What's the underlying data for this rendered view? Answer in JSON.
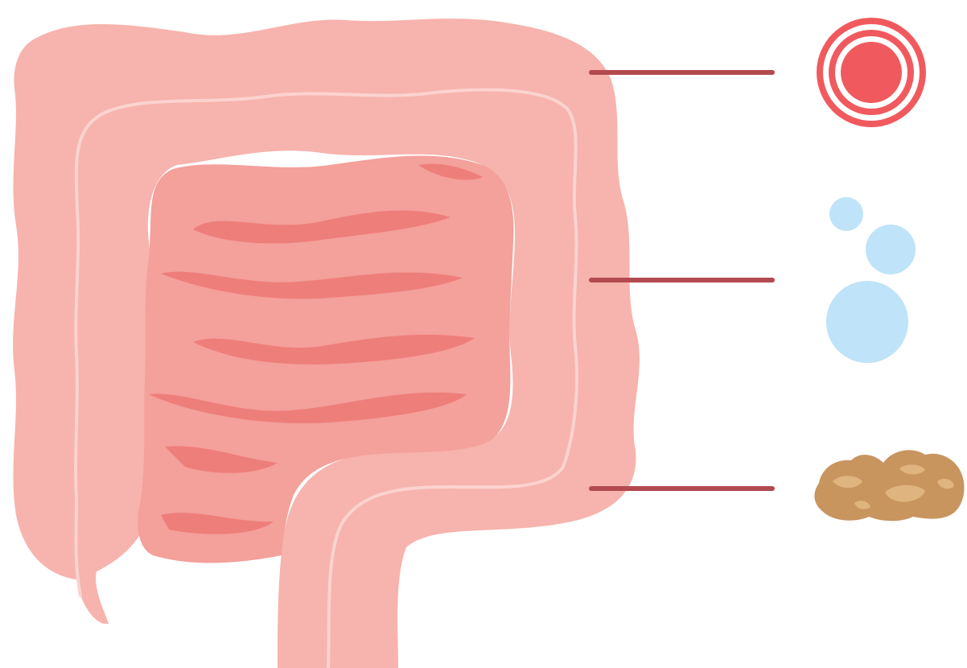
{
  "diagram": {
    "subject": "large intestine",
    "background": "#ffffff",
    "colors": {
      "colon_fill": "#f7b3ad",
      "colon_edge_highlight": "#fbd3cf",
      "small_intestine_fill": "#f4a09b",
      "small_intestine_fold": "#ee7e7a",
      "leader_line": "#b34a4f",
      "pain_icon_red": "#f05a5e",
      "gas_bubble_blue": "#bfe3f8",
      "stool_fill": "#c8955f",
      "stool_highlight": "#e0b47e"
    },
    "callouts": [
      {
        "id": "pain",
        "icon": "pain-target-icon",
        "label": ""
      },
      {
        "id": "gas",
        "icon": "gas-bubbles-icon",
        "label": ""
      },
      {
        "id": "stool",
        "icon": "stool-icon",
        "label": ""
      }
    ]
  }
}
